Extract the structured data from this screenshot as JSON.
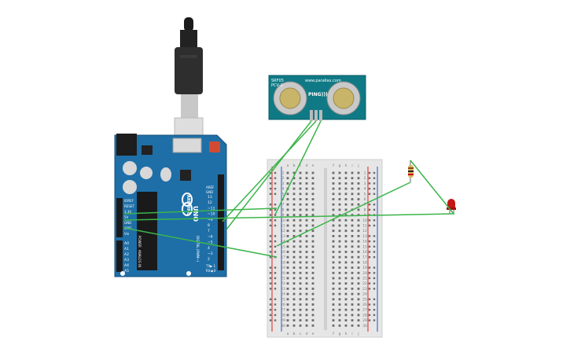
{
  "arduino": {
    "brand": "ARDUINO",
    "model": "UNO",
    "aref": "AREF",
    "gnd": "GND",
    "digital_label": "DIGITAL (PWM~)",
    "analog_label": "ANALOG IN",
    "power_label": "POWER",
    "tx_label": "TX▶ 1",
    "rx_label": "RX◀ 0",
    "digital_pins": [
      "13",
      "12",
      "~11",
      "~10",
      "~9",
      "8",
      "7",
      "~6",
      "~5",
      "4",
      "~3",
      "2"
    ],
    "power_pins": [
      "IOREF",
      "RESET",
      "3.3V",
      "5V",
      "GND",
      "GND",
      "Vin"
    ],
    "analog_pins": [
      "A0",
      "A1",
      "A2",
      "A3",
      "A4",
      "A5"
    ]
  },
  "sensor": {
    "model_line1": "SRF05",
    "model_line2": "PCV-2",
    "url": "www.parallax.com",
    "brand": "PING)))"
  },
  "breadboard": {
    "col_letters_left": [
      "a",
      "b",
      "c",
      "d",
      "e"
    ],
    "col_letters_right": [
      "f",
      "g",
      "h",
      "i",
      "j"
    ],
    "row_numbers": [
      "1",
      "2",
      "3",
      "4",
      "5",
      "6",
      "7",
      "8",
      "9",
      "10",
      "11",
      "12",
      "13",
      "14",
      "15",
      "16",
      "17",
      "18",
      "19",
      "20",
      "21",
      "22",
      "23",
      "24",
      "25",
      "26",
      "27",
      "28",
      "29",
      "30"
    ]
  },
  "colors": {
    "board": "#1e6fa8",
    "wire": "#3bb54a",
    "sensor_pcb": "#0f7a86",
    "led": "#c41818",
    "usb": "#2b2b2b"
  }
}
